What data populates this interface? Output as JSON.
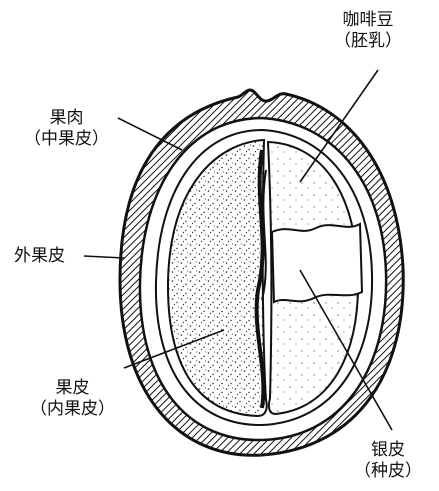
{
  "labels": {
    "bean": {
      "name": "咖啡豆",
      "note": "（胚乳）"
    },
    "pulp": {
      "name": "果肉",
      "note": "（中果皮）"
    },
    "exocarp": {
      "name": "外果皮"
    },
    "parchment": {
      "name": "果皮",
      "note": "（内果皮）"
    },
    "silverskin": {
      "name": "银皮",
      "note": "（种皮）"
    }
  },
  "colors": {
    "ink": "#111111",
    "paper": "#ffffff"
  }
}
